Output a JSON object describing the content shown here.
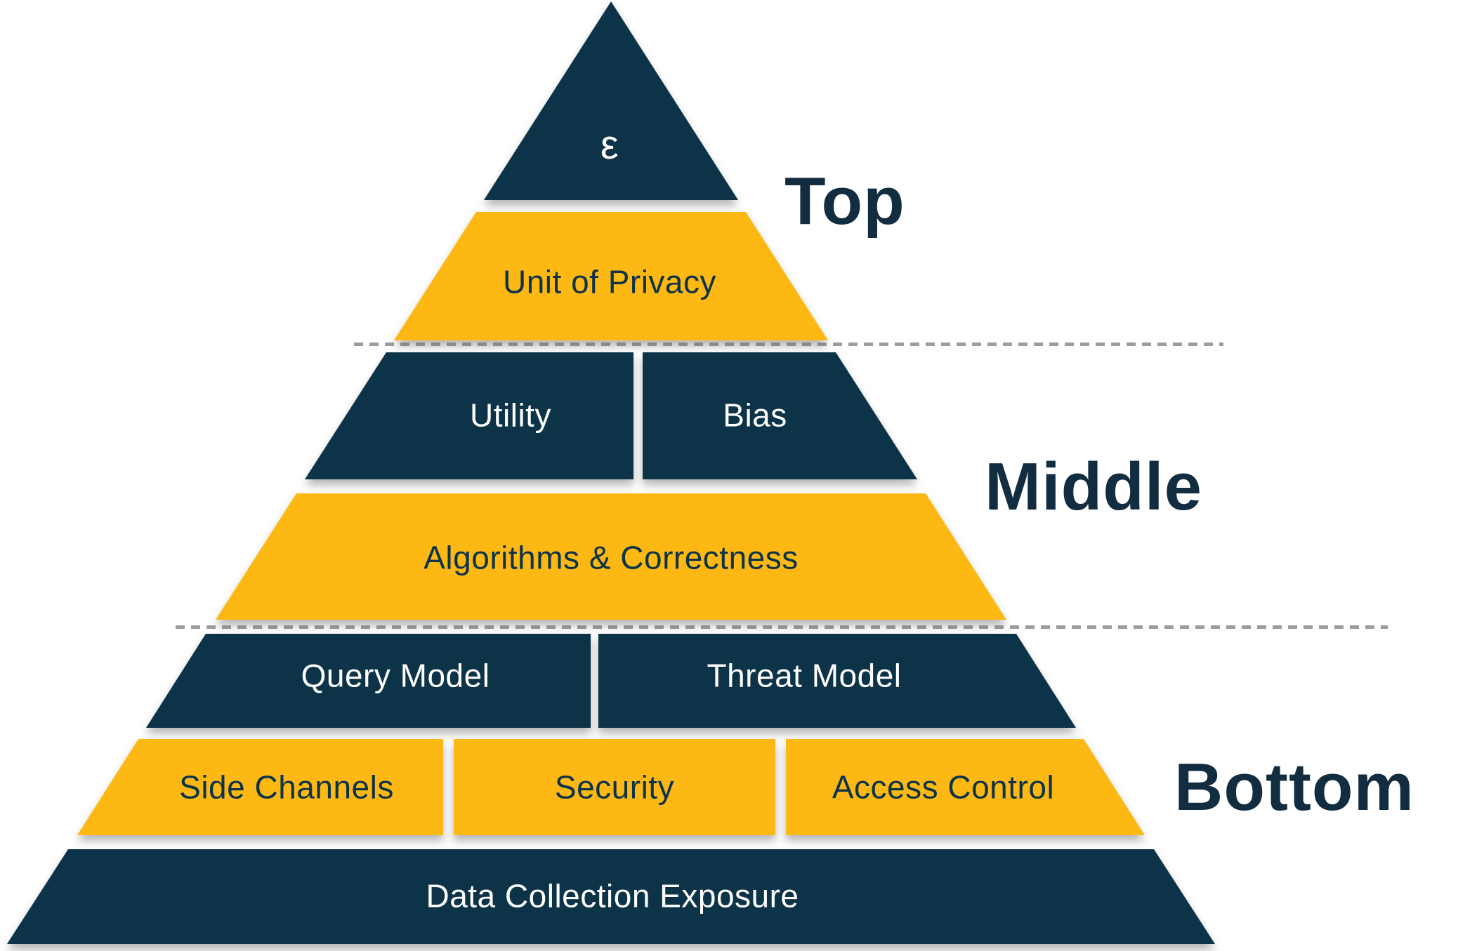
{
  "colors": {
    "navy": "#0d3349",
    "yellow": "#fdb813",
    "label_text": "#132d40",
    "dash": "#9d9d9d",
    "cell_text_light": "#ffffff"
  },
  "tiers": [
    {
      "name": "epsilon",
      "cells": [
        {
          "label": "ε"
        }
      ]
    },
    {
      "name": "unit-of-privacy",
      "cells": [
        {
          "label": "Unit of Privacy"
        }
      ]
    },
    {
      "name": "utility-bias",
      "cells": [
        {
          "label": "Utility"
        },
        {
          "label": "Bias"
        }
      ]
    },
    {
      "name": "algorithms-correctness",
      "cells": [
        {
          "label": "Algorithms & Correctness"
        }
      ]
    },
    {
      "name": "query-threat",
      "cells": [
        {
          "label": "Query Model"
        },
        {
          "label": "Threat Model"
        }
      ]
    },
    {
      "name": "side-security-access",
      "cells": [
        {
          "label": "Side Channels"
        },
        {
          "label": "Security"
        },
        {
          "label": "Access Control"
        }
      ]
    },
    {
      "name": "data-collection-exposure",
      "cells": [
        {
          "label": "Data Collection Exposure"
        }
      ]
    }
  ],
  "group_labels": [
    {
      "label": "Top"
    },
    {
      "label": "Middle"
    },
    {
      "label": "Bottom"
    }
  ]
}
